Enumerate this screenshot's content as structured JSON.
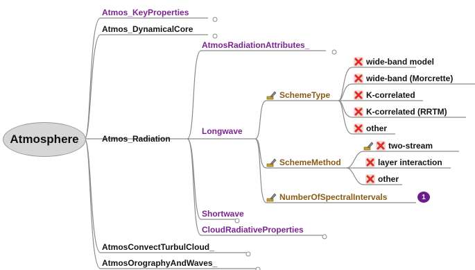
{
  "root": {
    "label": "Atmosphere"
  },
  "level1": [
    {
      "id": "keyprops",
      "label": "Atmos_KeyProperties"
    },
    {
      "id": "dyncore",
      "label": "Atmos_DynamicalCore"
    },
    {
      "id": "radiation",
      "label": "Atmos_Radiation"
    },
    {
      "id": "convect",
      "label": "AtmosConvectTurbulCloud_"
    },
    {
      "id": "orography",
      "label": "AtmosOrographyAndWaves_"
    }
  ],
  "radiation_children": [
    {
      "id": "attrs",
      "label": "AtmosRadiationAttributes_"
    },
    {
      "id": "longwave",
      "label": "Longwave"
    },
    {
      "id": "shortwave",
      "label": "Shortwave"
    },
    {
      "id": "cloudrad",
      "label": "CloudRadiativeProperties"
    }
  ],
  "longwave_children": [
    {
      "id": "schemetype",
      "label": "SchemeType"
    },
    {
      "id": "schememethod",
      "label": "SchemeMethod"
    },
    {
      "id": "nspectral",
      "label": "NumberOfSpectralIntervals"
    }
  ],
  "schemetype_options": [
    "wide-band model",
    "wide-band (Morcrette)",
    "K-correlated",
    "K-correlated (RRTM)",
    "other"
  ],
  "schememethod_options": [
    "two-stream",
    "layer interaction",
    "other"
  ],
  "badge": {
    "label": "1"
  },
  "colors": {
    "black": "#141414",
    "purple": "#7b2390",
    "brown": "#8a5a14",
    "line": "#7a7a7a",
    "x_red": "#d9302a"
  }
}
